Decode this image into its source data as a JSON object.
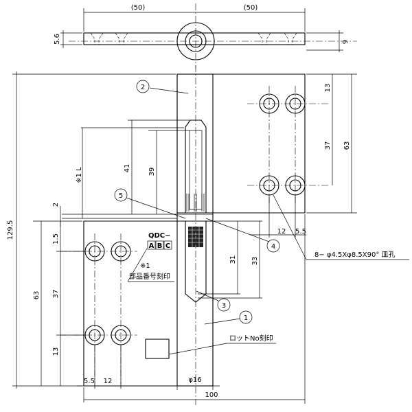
{
  "top_view": {
    "width_left": "(50)",
    "width_right": "(50)",
    "thickness": "5.6",
    "barrel_height": "9"
  },
  "front_view": {
    "total_height": "129.5",
    "upper_leaf": {
      "top_margin": "13",
      "hole_pitch": "37",
      "leaf_height": "63",
      "edge_gap": "12",
      "edge_margin": "5.5"
    },
    "pin": {
      "length_upper": "41",
      "length_inner": "39",
      "gap": "2",
      "note": "※1  L",
      "lower_inner": "31",
      "lower_outer": "33"
    },
    "lower_leaf": {
      "top_margin": "1.5",
      "hole_pitch": "37",
      "leaf_height": "63",
      "bottom_margin": "13",
      "edge_margin": "5.5",
      "edge_gap": "12"
    },
    "barrel_diameter": "φ16",
    "overall_width": "100"
  },
  "callouts": [
    "1",
    "2",
    "3",
    "4",
    "5"
  ],
  "notes": {
    "part_code": "QDC−",
    "part_code_letters": [
      "A",
      "B",
      "C"
    ],
    "note_mark": "※1",
    "part_marking": "部品番号刻印",
    "lot_marking": "ロットNo刻印",
    "hole_spec": "8− φ4.5Xφ8.5X90° 皿孔"
  }
}
